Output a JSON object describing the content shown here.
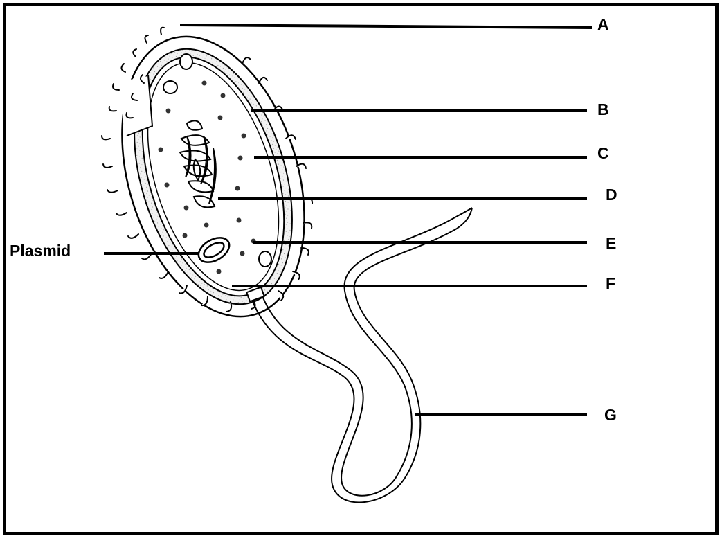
{
  "diagram": {
    "labels": {
      "A": "A",
      "B": "B",
      "C": "C",
      "D": "D",
      "E": "E",
      "F": "F",
      "G": "G",
      "plasmid": "Plasmid"
    }
  }
}
